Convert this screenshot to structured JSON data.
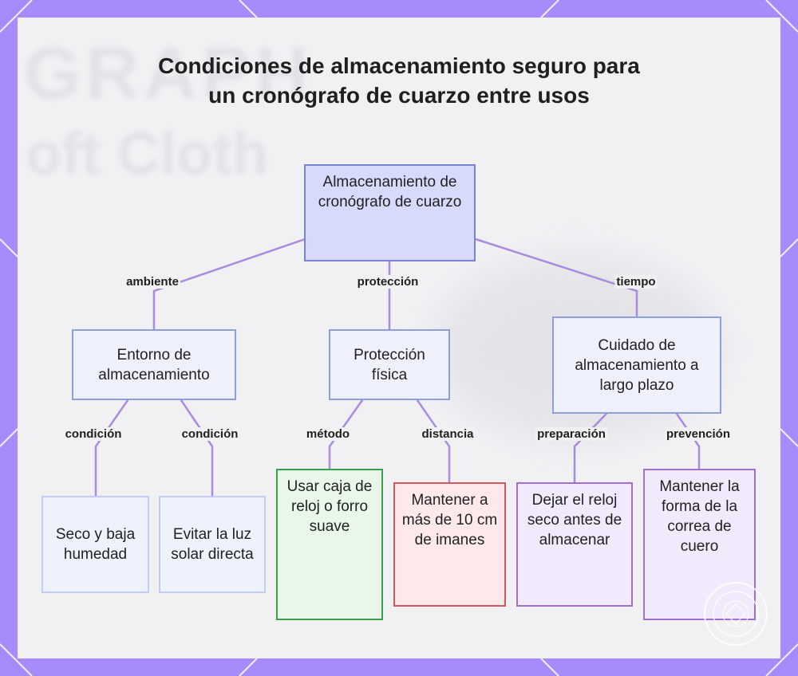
{
  "title": "Condiciones de almacenamiento seguro para un cronógrafo de cuarzo entre usos",
  "background_text": [
    "GRAPH",
    "oft Cloth"
  ],
  "colors": {
    "frame": "#a78bfa",
    "panel": "#f1f0f3",
    "edge": "#a98bdf"
  },
  "nodes": {
    "root": "Almacenamiento de cronógrafo de cuarzo",
    "entorno": "Entorno de almacenamiento",
    "proteccion": "Protección física",
    "cuidado": "Cuidado de almacenamiento a largo plazo",
    "seco": "Seco y baja humedad",
    "luz": "Evitar la luz solar directa",
    "caja": "Usar caja de reloj o forro suave",
    "imanes": "Mantener a más de 10 cm de imanes",
    "dejar": "Dejar el reloj seco antes de almacenar",
    "correa": "Mantener la forma de la correa de cuero"
  },
  "edge_labels": {
    "ambiente": "ambiente",
    "proteccion": "protección",
    "tiempo": "tiempo",
    "condicion_1": "condición",
    "condicion_2": "condición",
    "metodo": "método",
    "distancia": "distancia",
    "preparacion": "preparación",
    "prevencion": "prevención"
  },
  "icons": [
    "logo-seal-icon"
  ]
}
